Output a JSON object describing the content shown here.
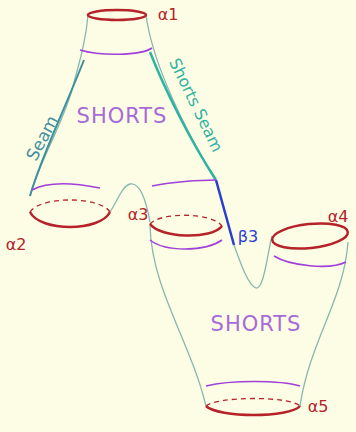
{
  "diagram": {
    "nodes": [
      {
        "text": [
          "SHORTS"
        ]
      },
      {
        "text": [
          "SHORTS"
        ]
      }
    ],
    "labels": [
      "α1",
      "Seam",
      "Shorts Seam",
      "α2",
      "α3",
      "β3",
      "α4",
      "α5"
    ]
  }
}
